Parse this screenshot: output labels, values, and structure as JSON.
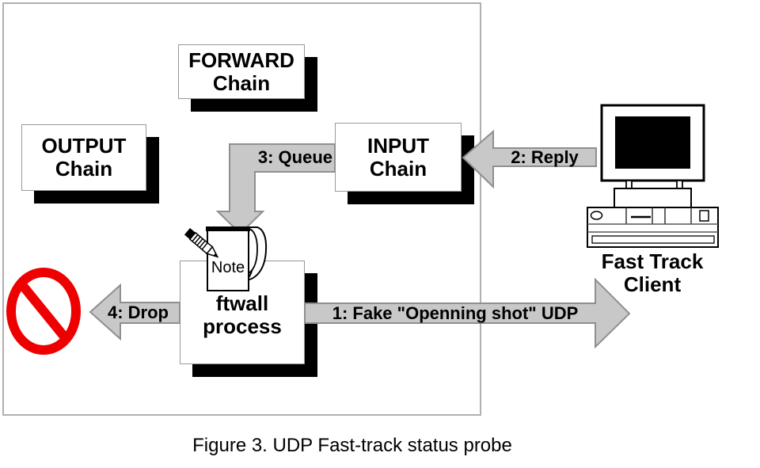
{
  "boxes": {
    "forward": {
      "line1": "FORWARD",
      "line2": "Chain"
    },
    "output": {
      "line1": "OUTPUT",
      "line2": "Chain"
    },
    "input": {
      "line1": "INPUT",
      "line2": "Chain"
    },
    "ftwall": {
      "line1": "ftwall",
      "line2": "process"
    }
  },
  "arrows": {
    "fake": "1: Fake \"Openning shot\" UDP",
    "reply": "2: Reply",
    "queue": "3: Queue",
    "drop": "4: Drop"
  },
  "note": {
    "label": "Note"
  },
  "client": {
    "line1": "Fast Track",
    "line2": "Client"
  },
  "caption": "Figure 3. UDP Fast-track status probe",
  "colors": {
    "arrow_fill": "#c8c8c8",
    "arrow_stroke": "#8f8f8f",
    "box_shadow": "#000000",
    "box_border": "#999999",
    "outer_border": "#b0b0b0",
    "prohibition_red": "#ee0000"
  }
}
